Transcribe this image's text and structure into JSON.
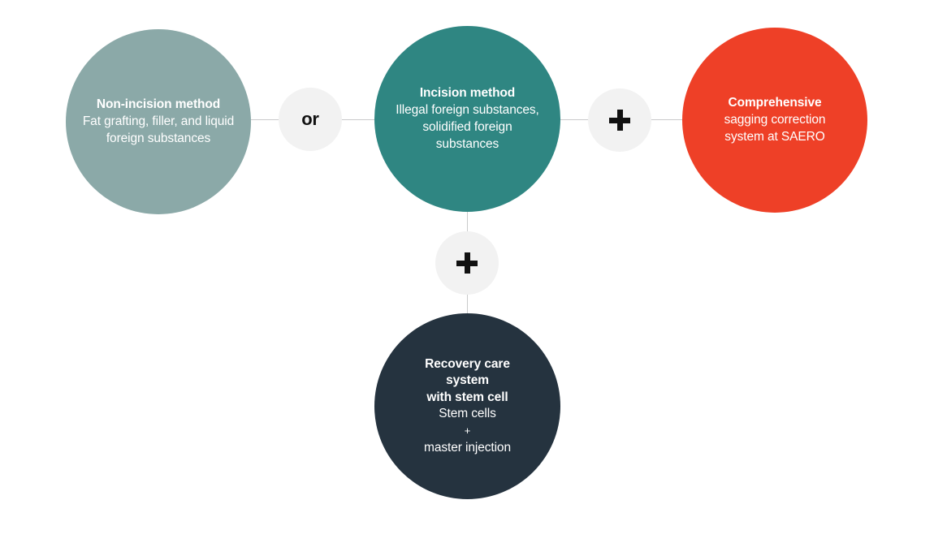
{
  "diagram": {
    "background_color": "#ffffff",
    "connector_color": "#c9cacb",
    "nodes": [
      {
        "id": "non-incision",
        "title": "Non-incision method",
        "desc_line1": "Fat grafting, filler, and liquid",
        "desc_line2": "foreign substances",
        "color": "#8ba9a8",
        "text_color": "#ffffff"
      },
      {
        "id": "incision",
        "title": "Incision method",
        "desc_line1": "Illegal foreign substances,",
        "desc_line2": "solidified foreign",
        "desc_line3": "substances",
        "color": "#2f8682",
        "text_color": "#ffffff"
      },
      {
        "id": "comprehensive",
        "title": "Comprehensive",
        "desc_line1": "sagging correction",
        "desc_line2": "system at SAERO",
        "color": "#ee4027",
        "text_color": "#ffffff"
      },
      {
        "id": "recovery",
        "title_line1": "Recovery care",
        "title_line2": "system",
        "title_line3": "with stem cell",
        "desc_line1": "Stem cells",
        "desc_line2": "+",
        "desc_line3": "master injection",
        "color": "#25333f",
        "text_color": "#ffffff"
      }
    ],
    "badges": [
      {
        "id": "or",
        "label": "or",
        "color": "#f2f2f2",
        "text_color": "#111111"
      },
      {
        "id": "plus-right",
        "icon": "plus-icon",
        "color": "#f2f2f2",
        "text_color": "#111111"
      },
      {
        "id": "plus-bottom",
        "icon": "plus-icon",
        "color": "#f2f2f2",
        "text_color": "#111111"
      }
    ]
  }
}
